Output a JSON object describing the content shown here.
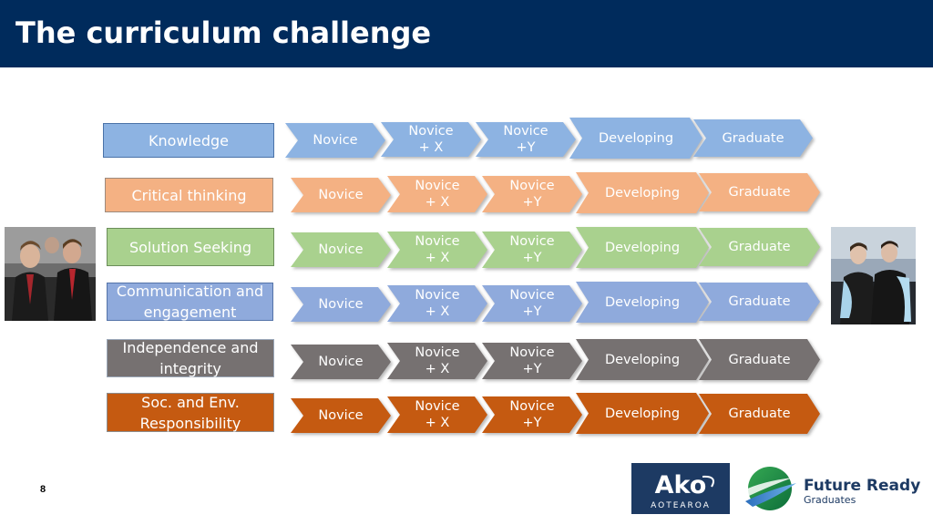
{
  "header": {
    "title": "The curriculum challenge"
  },
  "stages": [
    "Novice",
    "Novice\n+ X",
    "Novice\n+Y",
    "Developing",
    "Graduate"
  ],
  "rows": [
    {
      "label": "Knowledge",
      "color": "#8db3e2",
      "border": "#4a72a8",
      "text": "#ffffff",
      "shadow": false
    },
    {
      "label": "Critical thinking",
      "color": "#f4b183",
      "border": "#9d8b7d",
      "text": "#ffffff"
    },
    {
      "label": "Solution Seeking",
      "color": "#a9d18e",
      "border": "#6b8e5a",
      "text": "#ffffff"
    },
    {
      "label": "Communication and\nengagement",
      "color": "#8faadc",
      "border": "#5473a8",
      "text": "#ffffff"
    },
    {
      "label": "Independence and\nintegrity",
      "color": "#767171",
      "border": "#9aa7b8",
      "text": "#ffffff"
    },
    {
      "label": "Soc. and Env.\nResponsibility",
      "color": "#c55a11",
      "border": "#8c8c8c",
      "text": "#ffffff"
    }
  ],
  "footer": {
    "page_number": "8",
    "ako_logo_text": "Ako",
    "ako_logo_sub": "AOTEAROA",
    "fr_logo_title": "Future Ready",
    "fr_logo_sub": "Graduates"
  },
  "photos": {
    "left": "students-photo",
    "right": "graduates-photo"
  }
}
